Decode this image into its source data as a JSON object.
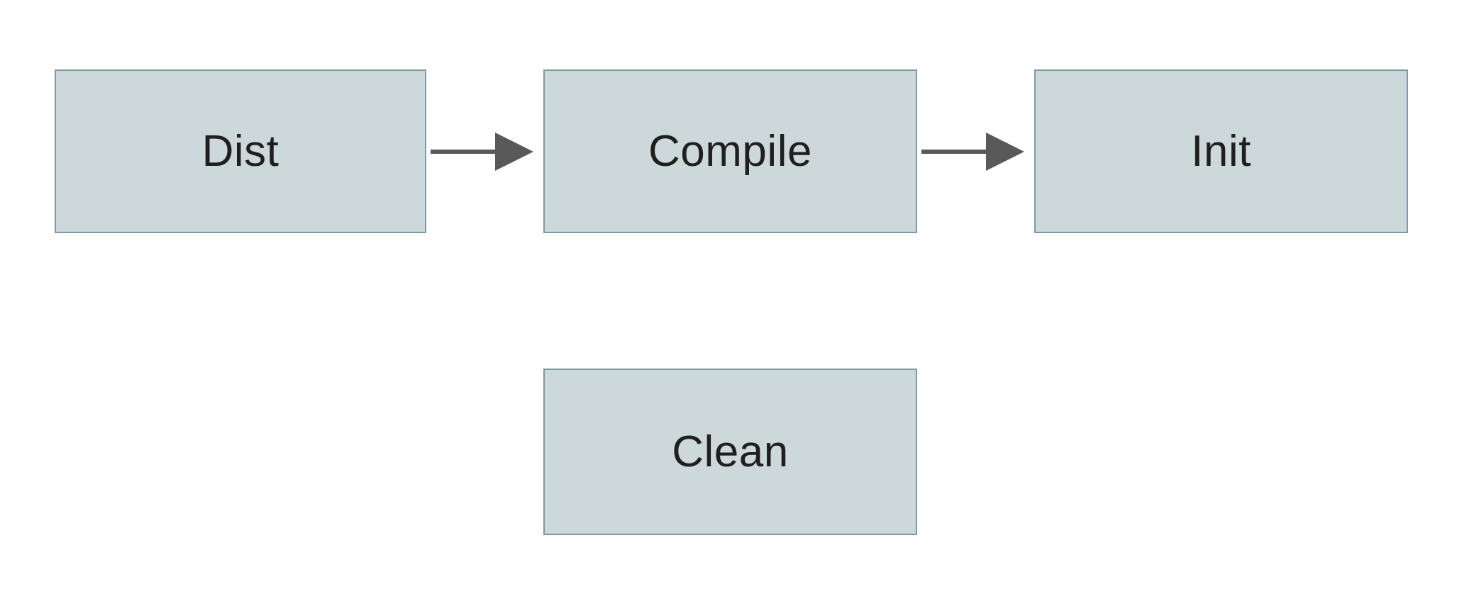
{
  "diagram": {
    "title": "",
    "nodes": [
      {
        "id": "dist",
        "label": "Dist"
      },
      {
        "id": "compile",
        "label": "Compile"
      },
      {
        "id": "init",
        "label": "Init"
      },
      {
        "id": "clean",
        "label": "Clean"
      }
    ],
    "edges": [
      {
        "from": "dist",
        "to": "compile",
        "direction": "right"
      },
      {
        "from": "compile",
        "to": "init",
        "direction": "right"
      }
    ],
    "colors": {
      "node_fill": "#cdd8db",
      "node_border": "#7d99a3",
      "arrow": "#595959",
      "text": "#1f1f1f",
      "background": "#ffffff"
    }
  }
}
